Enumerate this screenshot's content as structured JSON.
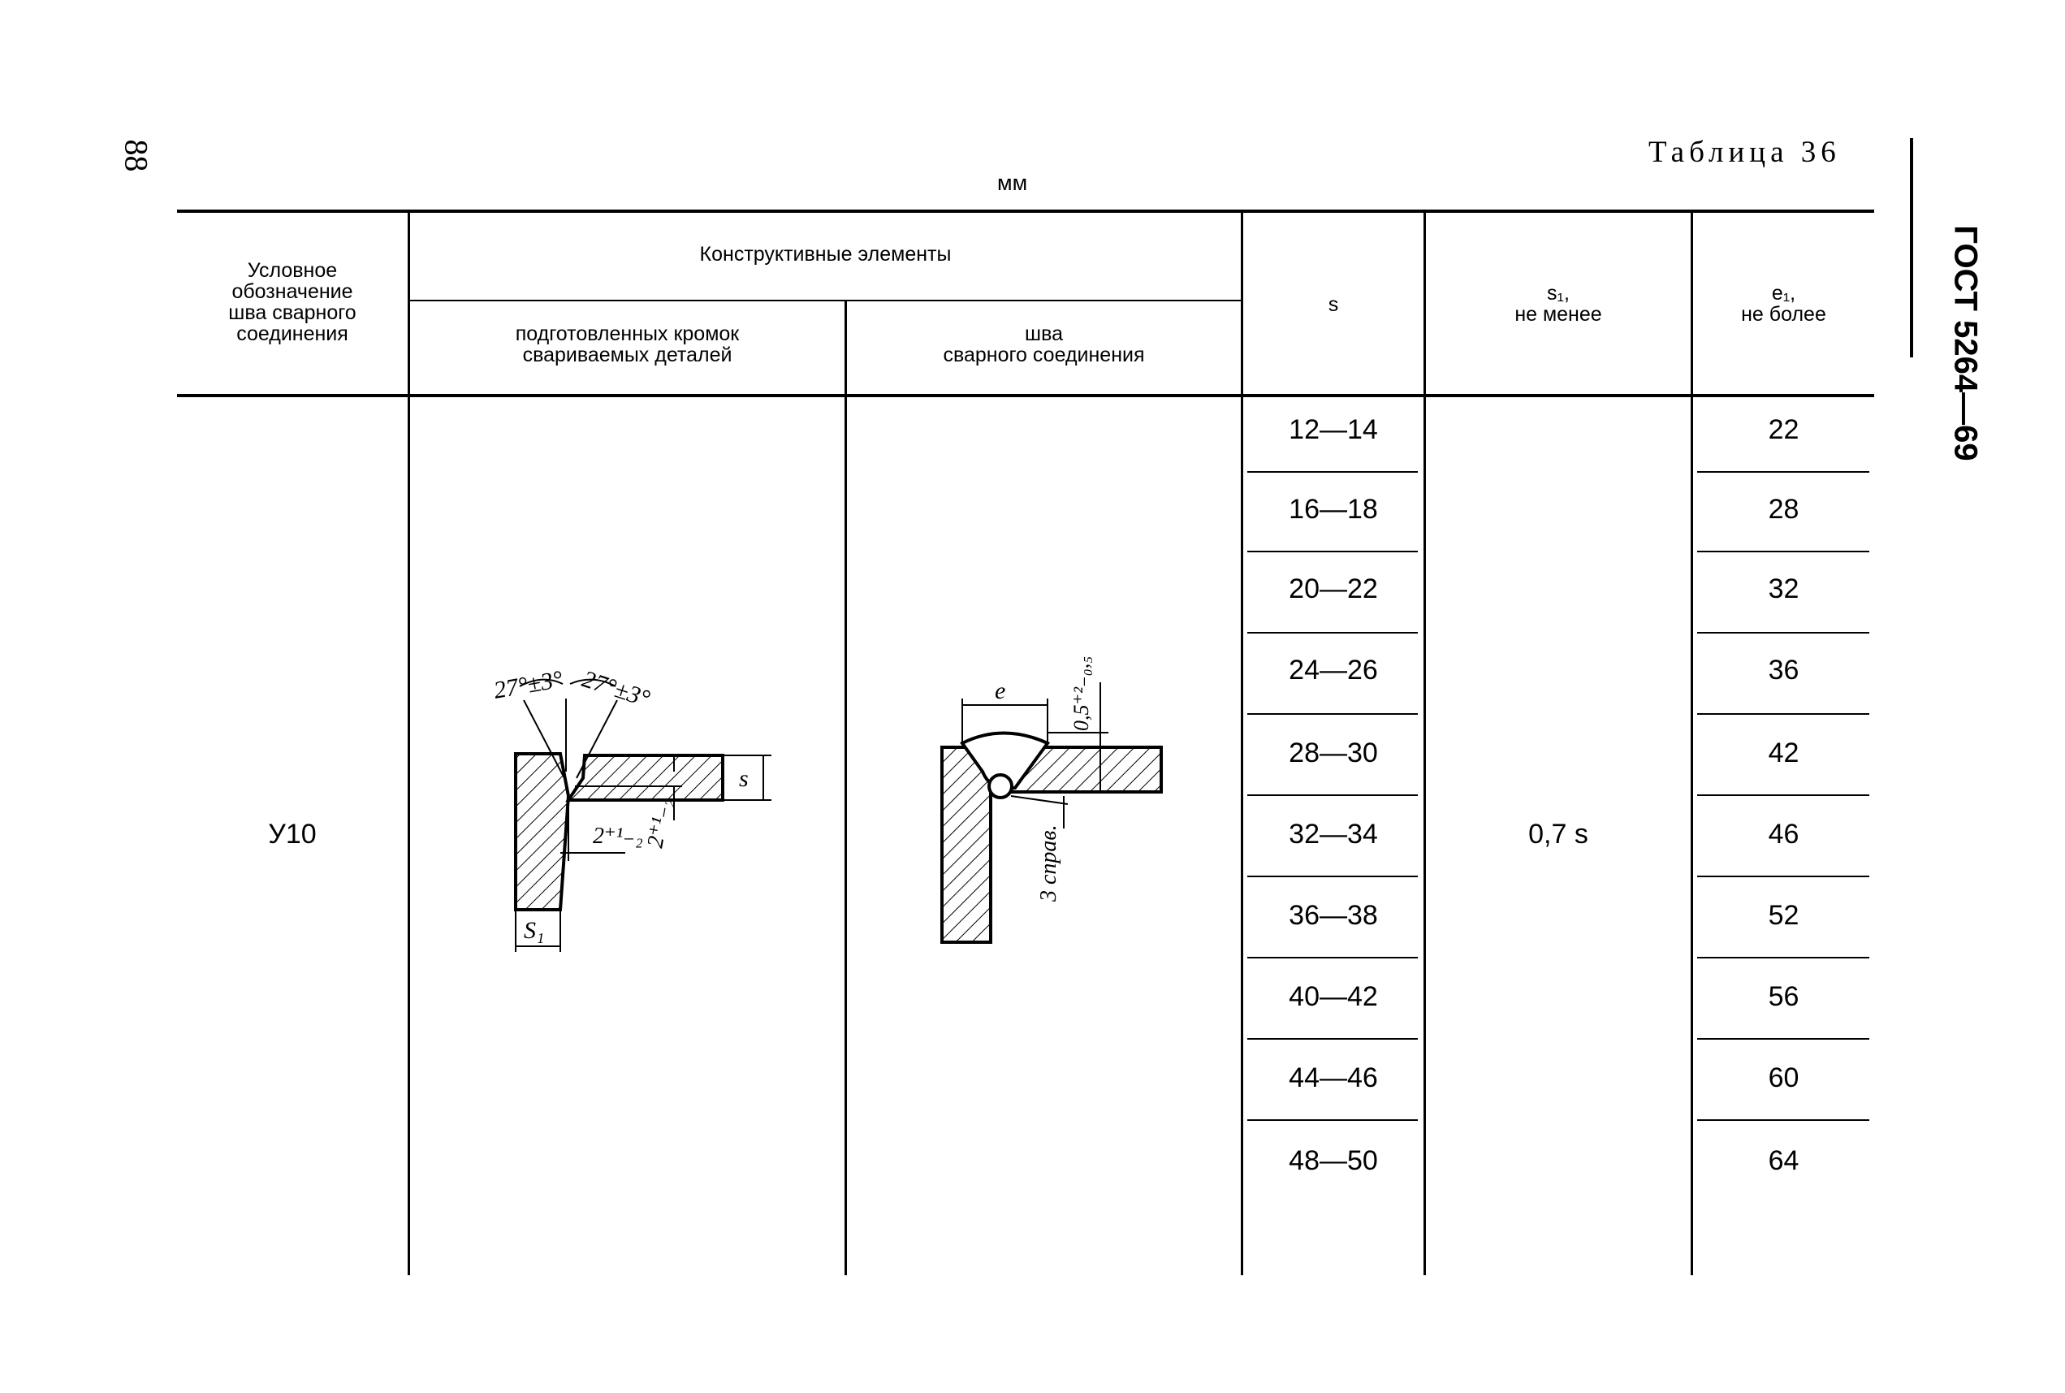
{
  "page": {
    "number": "88",
    "table_title": "Таблица 36",
    "unit": "мм",
    "side_standard": "ГОСТ 5264—69"
  },
  "header": {
    "designation": [
      "Условное",
      "обозначение",
      "шва сварного",
      "соединения"
    ],
    "structural": "Конструктивные элементы",
    "prepared": [
      "подготовленных кромок",
      "свариваемых деталей"
    ],
    "weld": [
      "шва",
      "сварного соединения"
    ],
    "s": "s",
    "s1": [
      "s₁,",
      "не менее"
    ],
    "e1": [
      "e₁,",
      "не более"
    ]
  },
  "row": {
    "designation": "У10",
    "s1_value": "0,7 s",
    "s_values": [
      "12—14",
      "16—18",
      "20—22",
      "24—26",
      "28—30",
      "32—34",
      "36—38",
      "40—42",
      "44—46",
      "48—50"
    ],
    "e1_values": [
      "22",
      "28",
      "32",
      "36",
      "42",
      "46",
      "52",
      "56",
      "60",
      "64"
    ]
  },
  "figure_left": {
    "angle_left": "27°±3°",
    "angle_right": "27°±3°",
    "dim_s": "s",
    "dim_s1": "S₁",
    "gap": "2⁺¹₋₂",
    "blunt": "2⁺¹₋₂"
  },
  "figure_right": {
    "dim_e": "e",
    "reinforcement": "0,5⁺²₋₀,₅",
    "back_weld": "3 справ."
  }
}
